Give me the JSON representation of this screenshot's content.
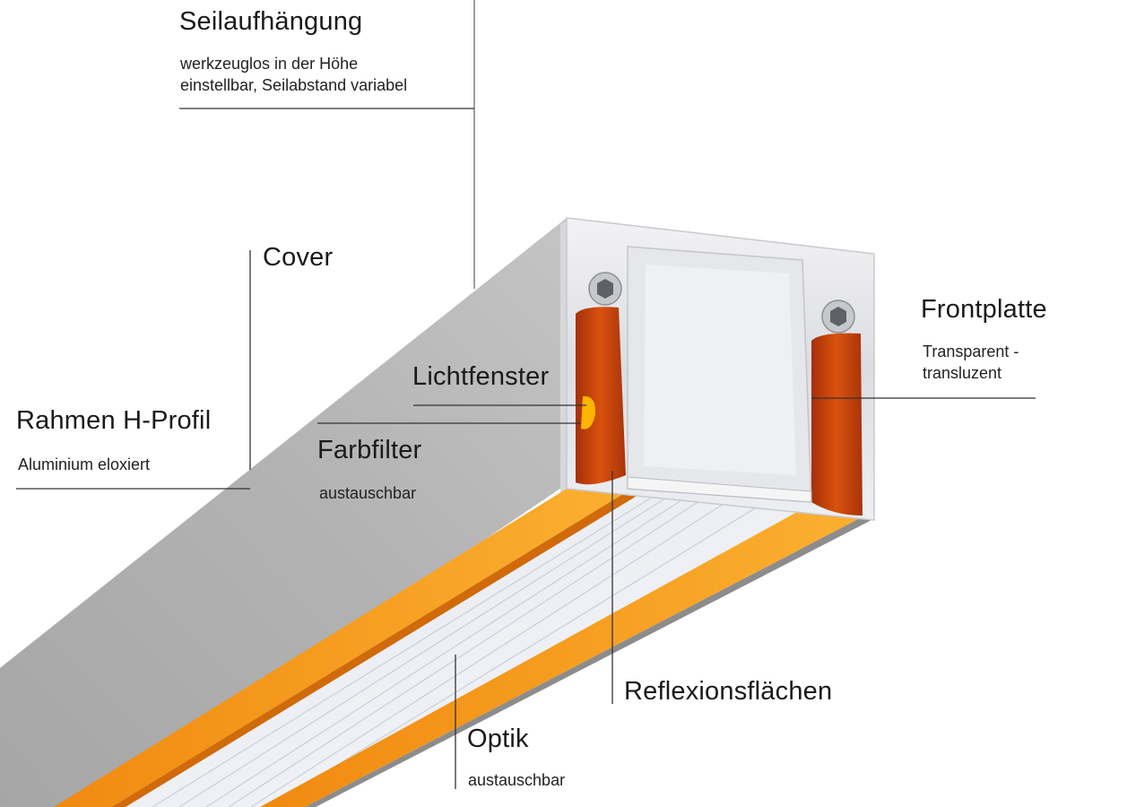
{
  "labels": {
    "seilaufhaengung": {
      "title": "Seilaufhängung",
      "line1": "werkzeuglos in der Höhe",
      "line2": "einstellbar, Seilabstand variabel"
    },
    "cover": {
      "title": "Cover"
    },
    "frontplatte": {
      "title": "Frontplatte",
      "line1": "Transparent -",
      "line2": "transluzent"
    },
    "lichtfenster": {
      "title": "Lichtfenster"
    },
    "rahmen": {
      "title": "Rahmen H-Profil",
      "sub": "Aluminium eloxiert"
    },
    "farbfilter": {
      "title": "Farbfilter",
      "sub": "austauschbar"
    },
    "reflexionsflaechen": {
      "title": "Reflexionsflächen"
    },
    "optik": {
      "title": "Optik",
      "sub": "austauschbar"
    }
  },
  "colors": {
    "profile_top": "#aeadae",
    "profile_side": "#c2c2c3",
    "filter_orange": "#f59a12",
    "filter_dark": "#c6410d",
    "optic_white": "#e8eaf0",
    "leader_line": "#333333"
  }
}
